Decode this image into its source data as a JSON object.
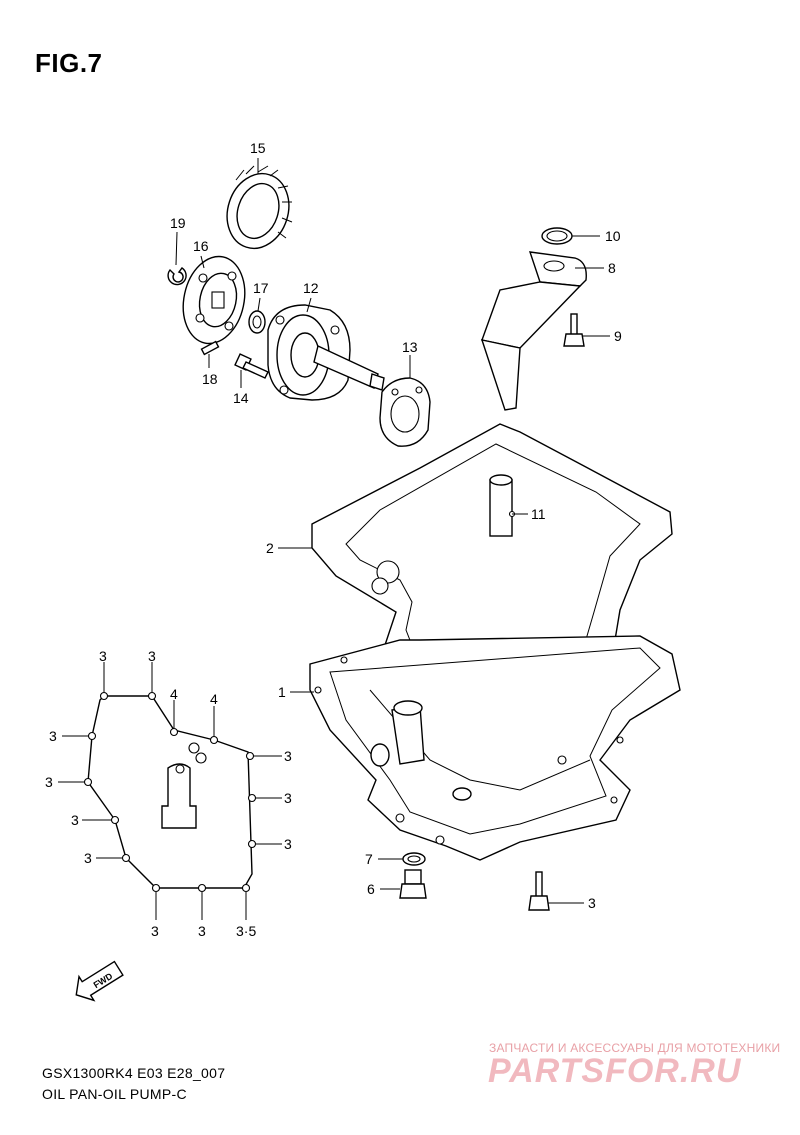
{
  "title": "FIG.7",
  "model_code": "GSX1300RK4 E03 E28_007",
  "subtitle": "OIL PAN-OIL PUMP-C",
  "fwd_label": "FWD",
  "watermark": {
    "line1": "ЗАПЧАСТИ И АКСЕССУАРЫ ДЛЯ МОТОТЕХНИКИ",
    "logo": "PARTSFOR.RU",
    "color": "#f1b9bf"
  },
  "callouts": {
    "p1": "1",
    "p2": "2",
    "p6": "6",
    "p7": "7",
    "p8": "8",
    "p9": "9",
    "p10": "10",
    "p11": "11",
    "p12": "12",
    "p13": "13",
    "p14": "14",
    "p15": "15",
    "p16": "16",
    "p17": "17",
    "p18": "18",
    "p19": "19",
    "p3_bolt": "3"
  },
  "gasket_callouts": {
    "top": [
      "3",
      "3",
      "4",
      "4"
    ],
    "left": [
      "3",
      "3",
      "3",
      "3"
    ],
    "right": [
      "3",
      "3",
      "3"
    ],
    "bottom": [
      "3",
      "3",
      "3·5"
    ]
  }
}
